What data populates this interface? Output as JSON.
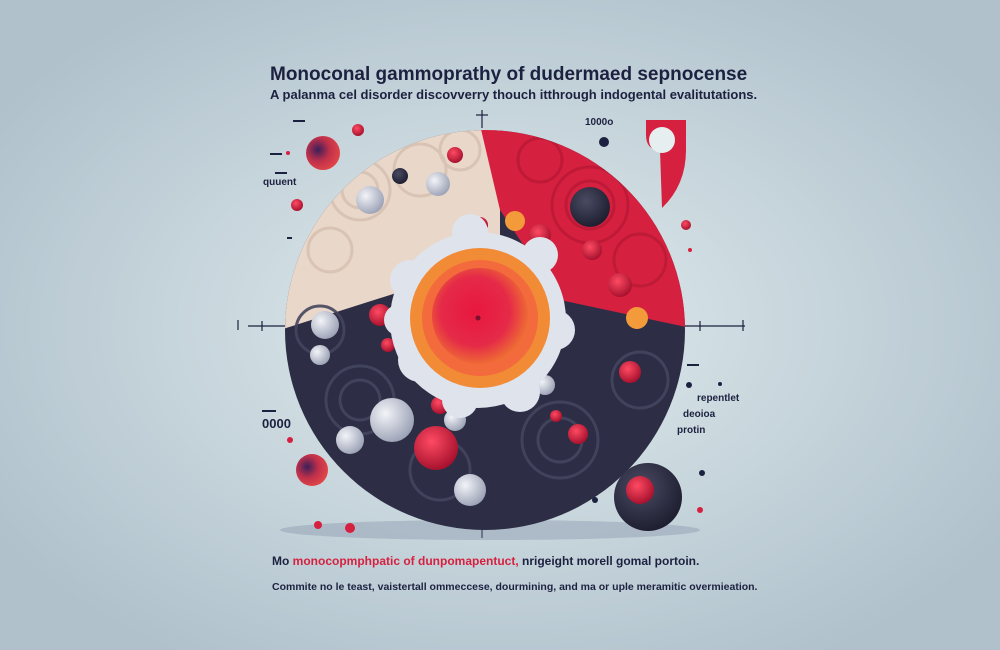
{
  "header": {
    "title": "Monoconal gammoprathy of dudermaed sepnocense",
    "subtitle": "A palanma cel disorder discovverry thouch itthrough indogental evalitutations."
  },
  "labels": {
    "top_number": "1000o",
    "left_top": "quuent",
    "left_number": "0000",
    "right_line1": "repentlet",
    "right_line2": "deoioa",
    "right_line3": "protin"
  },
  "footer": {
    "line1_prefix": "Mo",
    "line1_highlight": "monocopmphpatic of dunpomapentuct,",
    "line1_suffix": "nrigeight morell gomal portoin.",
    "line2": "Commite no le teast, vaistertall ommeccese, dourmining, and ma or uple meramitic overmieation."
  },
  "colors": {
    "background": "#b3c4cf",
    "text": "#1c2140",
    "accent_red": "#d6203f",
    "accent_orange": "#f07a30",
    "dark_navy": "#2d2e45",
    "cream": "#e9d7c9"
  }
}
